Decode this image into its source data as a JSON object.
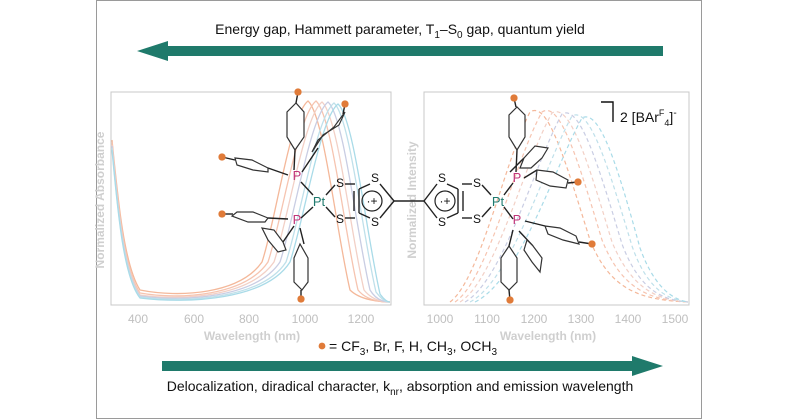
{
  "top_arrow": {
    "caption_main": "Energy gap, Hammett parameter, T",
    "sub1": "1",
    "dash": "–S",
    "sub2": "0",
    "caption_tail": " gap, quantum yield",
    "color": "#1f7a6b"
  },
  "bottom_arrow": {
    "caption_main": "Delocalization, diradical character, k",
    "sub": "nr",
    "caption_tail": ", absorption and emission wavelength",
    "color": "#1f7a6b"
  },
  "left_plot": {
    "ylabel": "Normalized Absorbance",
    "xlabel": "Wavelength (nm)",
    "xticks": [
      "400",
      "600",
      "800",
      "1000",
      "1200"
    ]
  },
  "right_plot": {
    "ylabel": "Normalized Intensity",
    "xlabel": "Wavelength (nm)",
    "xticks": [
      "1000",
      "1100",
      "1200",
      "1300",
      "1400",
      "1500"
    ]
  },
  "charge_label": {
    "main": "2 [BAr",
    "sup": "F",
    "sub": "4",
    "tail": "]",
    "charge": "-"
  },
  "substituent_legend": {
    "eq": " = ",
    "items": "CF3, Br, F, H, CH3, OCH3",
    "cf": "CF",
    "three_a": "3",
    "mid": ", Br, F, H, CH",
    "three_b": "3",
    "och": ", OCH",
    "three_c": "3",
    "dot_color": "#e07b39"
  },
  "atoms": {
    "P": "P",
    "Pt": "Pt",
    "S": "S",
    "radical_cation": "·+"
  },
  "colors": {
    "platinum": "#1f7a6e",
    "phosphorus": "#c0357a",
    "substituent_dot": "#e07b39",
    "spectra": [
      "#f4b89a",
      "#f6c4b0",
      "#f2d0c6",
      "#c9cde3",
      "#bfe0ea",
      "#a9dbe8"
    ]
  }
}
